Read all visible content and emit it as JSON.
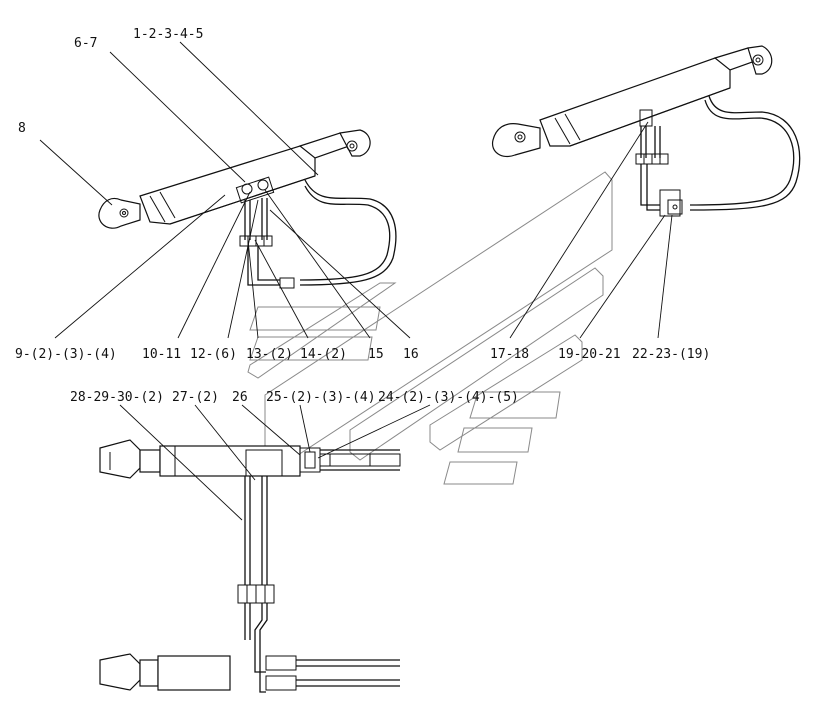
{
  "callouts": [
    {
      "id": "c8",
      "text": "8"
    },
    {
      "id": "c6_7",
      "text": "6-7"
    },
    {
      "id": "c1_5",
      "text": "1-2-3-4-5"
    },
    {
      "id": "c9",
      "text": "9-(2)-(3)-(4)"
    },
    {
      "id": "c10",
      "text": "10-11"
    },
    {
      "id": "c12",
      "text": "12-(6)"
    },
    {
      "id": "c13",
      "text": "13-(2)"
    },
    {
      "id": "c14",
      "text": "14-(2)"
    },
    {
      "id": "c15",
      "text": "15"
    },
    {
      "id": "c16",
      "text": "16"
    },
    {
      "id": "c17",
      "text": "17-18"
    },
    {
      "id": "c19",
      "text": "19-20-21"
    },
    {
      "id": "c22",
      "text": "22-23-(19)"
    },
    {
      "id": "c28",
      "text": "28-29-30-(2)"
    },
    {
      "id": "c27",
      "text": "27-(2)"
    },
    {
      "id": "c26",
      "text": "26"
    },
    {
      "id": "c25",
      "text": "25-(2)-(3)-(4)"
    },
    {
      "id": "c24",
      "text": "24-(2)-(3)-(4)-(5)"
    }
  ]
}
